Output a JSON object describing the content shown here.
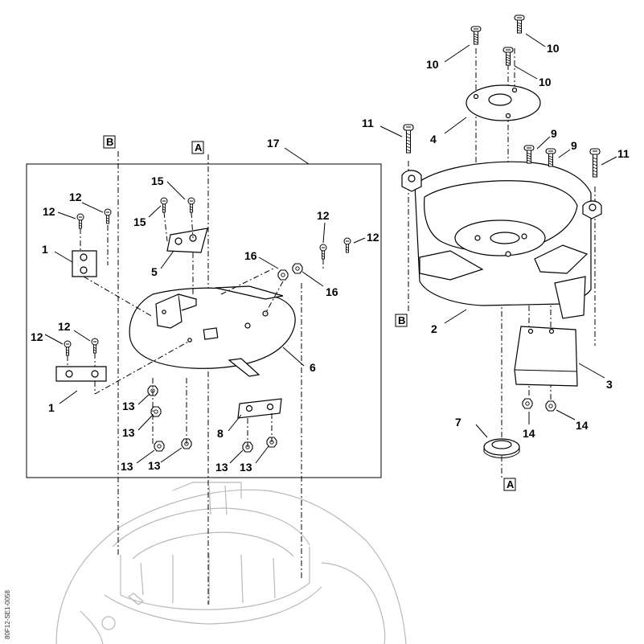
{
  "diagram": {
    "part_callouts": {
      "c10a": "10",
      "c10b": "10",
      "c10c": "10",
      "c11a": "11",
      "c11b": "11",
      "c4": "4",
      "c9a": "9",
      "c9b": "9",
      "c2": "2",
      "c3": "3",
      "c7": "7",
      "c14a": "14",
      "c14b": "14",
      "c17": "17",
      "c15a": "15",
      "c15b": "15",
      "c5": "5",
      "c12a": "12",
      "c12b": "12",
      "c12c": "12",
      "c12d": "12",
      "c12e": "12",
      "c12f": "12",
      "c1a": "1",
      "c1b": "1",
      "c16a": "16",
      "c16b": "16",
      "c6": "6",
      "c8": "8",
      "c13a": "13",
      "c13b": "13",
      "c13c": "13",
      "c13d": "13",
      "c13e": "13",
      "c13f": "13"
    },
    "reference_marks": {
      "a_top": "A",
      "b_top": "B",
      "b_right": "B",
      "a_bottom": "A"
    },
    "drawing_code": "80F12-SE1-0058"
  }
}
